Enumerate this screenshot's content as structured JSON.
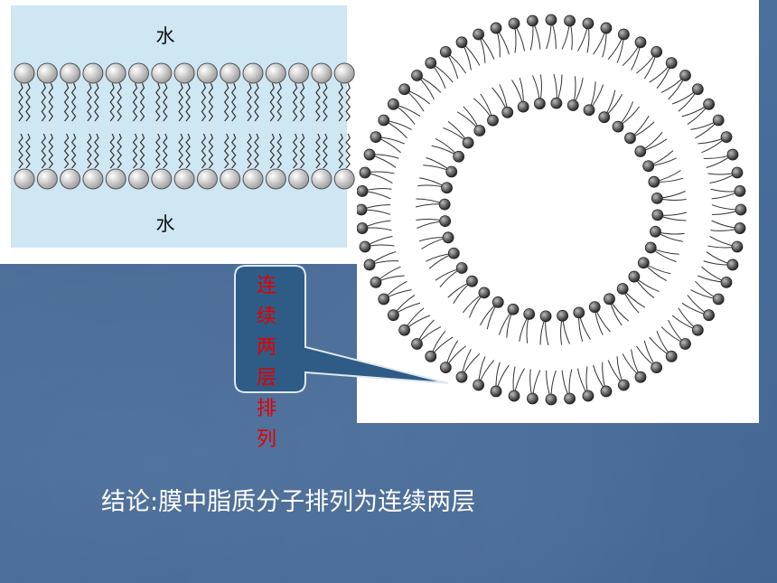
{
  "diagram": {
    "water_label_top": "水",
    "water_label_bottom": "水",
    "callout_label": [
      "连",
      "续",
      "两",
      "层",
      "排",
      "列"
    ],
    "conclusion": "结论:膜中脂质分子排列为连续两层"
  },
  "colors": {
    "water": "#cfe6f3",
    "callout_fill": "#2f5c86",
    "callout_text": "#e30000",
    "head_light": "#d9d9d9",
    "head_dark": "#2b2b2b"
  }
}
